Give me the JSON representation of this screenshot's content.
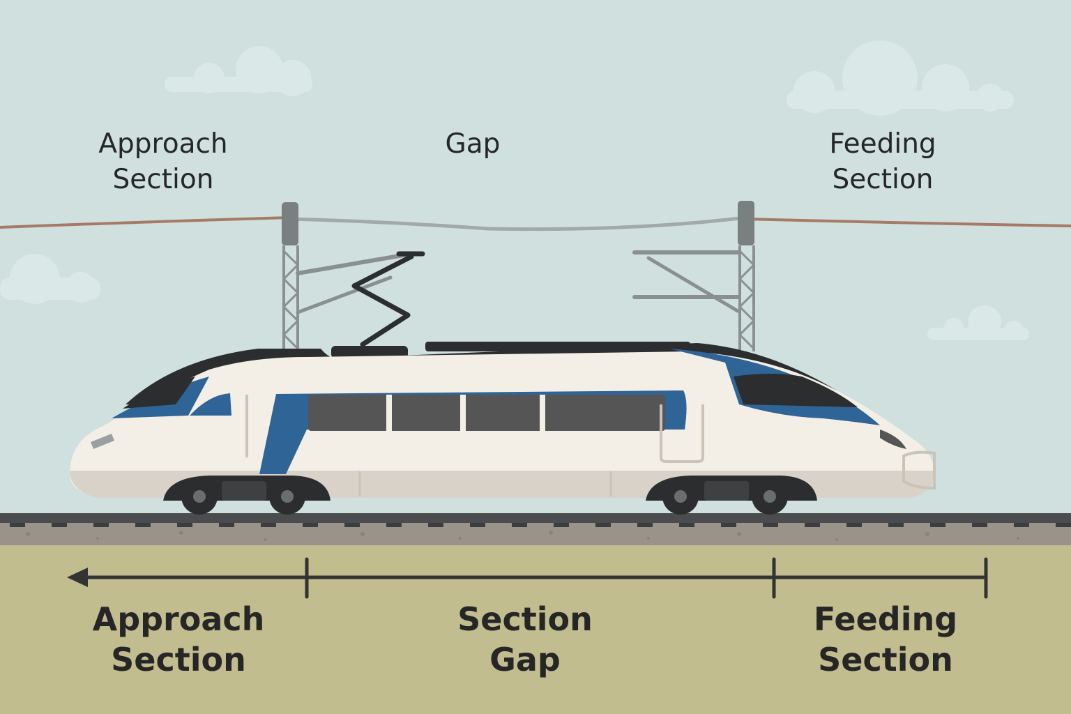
{
  "labels": {
    "top_approach": "Approach\nSection",
    "top_gap": "Gap",
    "top_feeding": "Feeding\nSection",
    "bottom_approach": "Approach\nSection",
    "bottom_gap": "Section\nGap",
    "bottom_feeding": "Feeding\nSection"
  },
  "colors": {
    "sky": "#cfe0df",
    "ground": "#c2bd8e",
    "ballast": "#9a938a",
    "live_wire": "#a67a64",
    "neutral_wire": "#a3a8a9",
    "mast": "#7a7f80",
    "train_body": "#f4efe6",
    "train_accent": "#2f6496",
    "train_dark": "#2b2d2e",
    "windows": "#555555"
  }
}
